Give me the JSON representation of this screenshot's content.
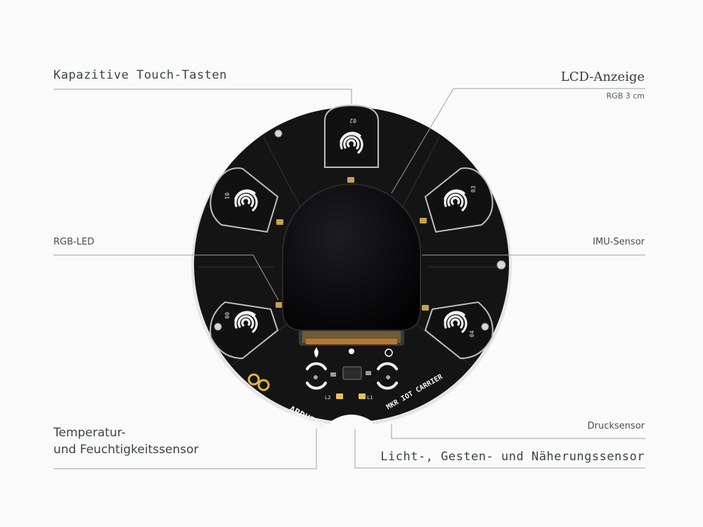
{
  "labels": {
    "touch": "Kapazitive Touch-Tasten",
    "lcd": "LCD-Anzeige",
    "lcd_sub": "RGB 3 cm",
    "rgb_led": "RGB-LED",
    "imu": "IMU-Sensor",
    "temp_line1": "Temperatur-",
    "temp_line2": "und Feuchtigkeitssensor",
    "pressure": "Drucksensor",
    "light": "Licht-, Gesten- und Näherungssensor"
  },
  "board": {
    "brand": "ARDUINO",
    "model": "MKR IOT CARRIER",
    "pad_numbers": [
      "02",
      "01",
      "03",
      "00",
      "04"
    ],
    "led_marks": [
      "L2",
      "L1"
    ]
  },
  "colors": {
    "board": "#141414",
    "silkscreen": "#f2f2f2",
    "leader_line": "#9aa3a1",
    "background": "#fafafa"
  }
}
